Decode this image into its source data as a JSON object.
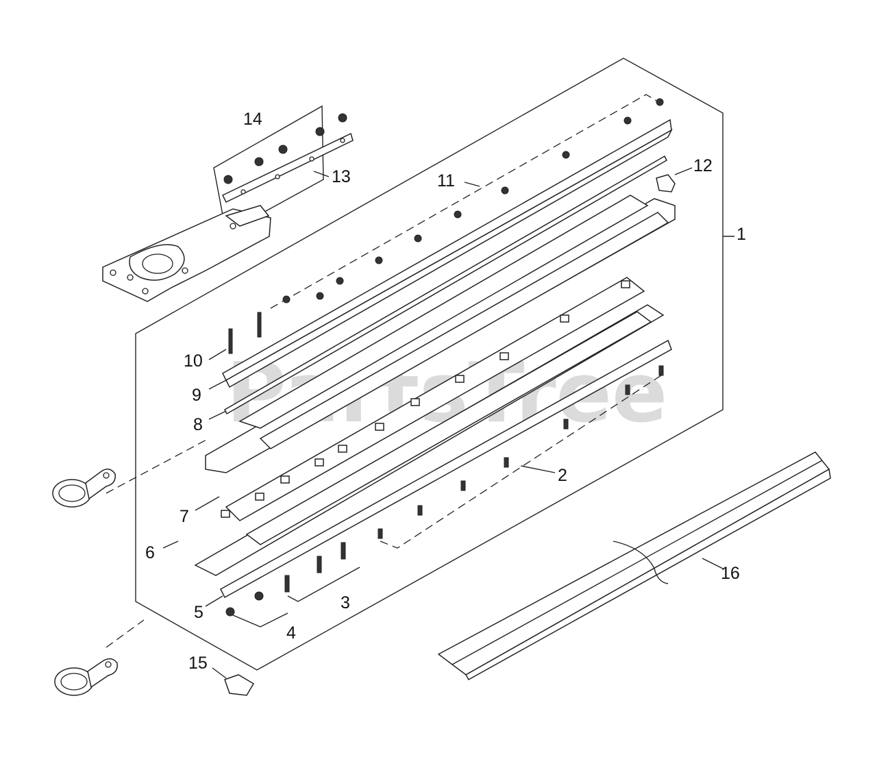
{
  "diagram": {
    "watermark": "PartsTree",
    "callouts": [
      {
        "id": "1",
        "text": "1"
      },
      {
        "id": "2",
        "text": "2"
      },
      {
        "id": "3",
        "text": "3"
      },
      {
        "id": "4",
        "text": "4"
      },
      {
        "id": "5",
        "text": "5"
      },
      {
        "id": "6",
        "text": "6"
      },
      {
        "id": "7",
        "text": "7"
      },
      {
        "id": "8",
        "text": "8"
      },
      {
        "id": "9",
        "text": "9"
      },
      {
        "id": "10",
        "text": "10"
      },
      {
        "id": "11",
        "text": "11"
      },
      {
        "id": "12",
        "text": "12"
      },
      {
        "id": "13",
        "text": "13"
      },
      {
        "id": "14",
        "text": "14"
      },
      {
        "id": "15",
        "text": "15"
      },
      {
        "id": "16",
        "text": "16"
      }
    ]
  }
}
